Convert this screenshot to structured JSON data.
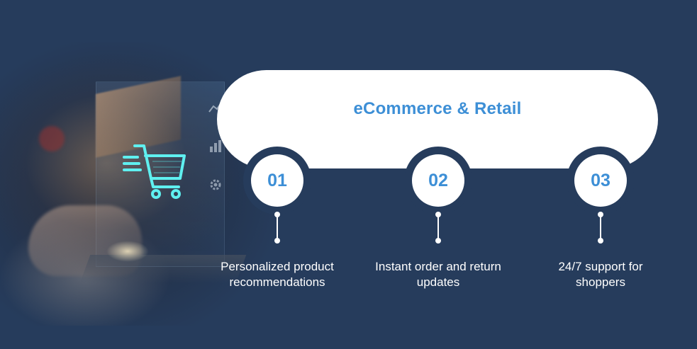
{
  "title": "eCommerce & Retail",
  "steps": [
    {
      "number": "01",
      "label": "Personalized product recommendations"
    },
    {
      "number": "02",
      "label": "Instant order and return updates"
    },
    {
      "number": "03",
      "label": "24/7 support for shoppers"
    }
  ],
  "colors": {
    "background": "#263c5c",
    "accent": "#3d8fd6",
    "pill": "#ffffff",
    "cart_neon": "#5ff0f0"
  },
  "icons": [
    "shopping-cart-icon",
    "line-chart-icon",
    "bar-chart-icon",
    "gear-icon"
  ]
}
